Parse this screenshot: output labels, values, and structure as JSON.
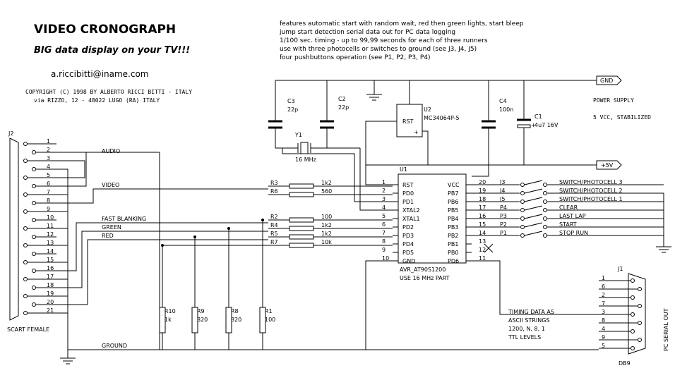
{
  "title": "VIDEO CRONOGRAPH",
  "subtitle": "BIG data display on your TV!!!",
  "email": "a.riccibitti@iname.com",
  "copyright": "COPYRIGHT (C) 1998 BY ALBERTO RICCI BITTI - ITALY",
  "address": "via RIZZO, 12 - 48022  LUGO  (RA)  ITALY",
  "features": [
    "features automatic start with random wait, red then green lights, start bleep",
    "jump start detection          serial data out for PC data logging",
    "1/100 sec. timing - up to 99,99 seconds for each of three runners",
    "use with three photocells or switches to ground (see J3, J4, J5)",
    "four pushbuttons operation (see P1, P2, P3, P4)"
  ],
  "power": {
    "gnd": "GND",
    "vcc": "+5V",
    "title": "POWER SUPPLY",
    "desc": "5 VCC, STABILIZED"
  },
  "scart": {
    "ref": "J2",
    "label": "SCART FEMALE",
    "pins": [
      "1",
      "2",
      "3",
      "4",
      "5",
      "6",
      "7",
      "8",
      "9",
      "10",
      "11",
      "12",
      "13",
      "14",
      "15",
      "16",
      "17",
      "18",
      "19",
      "20",
      "21"
    ],
    "signals": {
      "audio": "AUDIO",
      "video": "VIDEO",
      "fast_blanking": "FAST BLANKING",
      "green": "GREEN",
      "red": "RED",
      "ground": "GROUND"
    }
  },
  "capacitors": {
    "c3": {
      "ref": "C3",
      "value": "22p"
    },
    "c2": {
      "ref": "C2",
      "value": "22p"
    },
    "c4": {
      "ref": "C4",
      "value": "100n"
    },
    "c1": {
      "ref": "C1",
      "value": "4u7 16V"
    }
  },
  "crystal": {
    "ref": "Y1",
    "value": "16 MHz"
  },
  "reset_chip": {
    "ref": "U2",
    "part": "MC34064P-5",
    "rst": "RST",
    "plus": "+"
  },
  "series_resistors": [
    {
      "ref": "R3",
      "value": "1k2"
    },
    {
      "ref": "R6",
      "value": "560"
    },
    {
      "ref": "R2",
      "value": "100"
    },
    {
      "ref": "R4",
      "value": "1k2"
    },
    {
      "ref": "R5",
      "value": "1k2"
    },
    {
      "ref": "R7",
      "value": "10k"
    }
  ],
  "load_resistors": [
    {
      "ref": "R10",
      "value": "1k"
    },
    {
      "ref": "R9",
      "value": "820"
    },
    {
      "ref": "R8",
      "value": "820"
    },
    {
      "ref": "R1",
      "value": "100"
    }
  ],
  "mcu": {
    "ref": "U1",
    "part": "AVR_AT90S1200",
    "note": "USE 16 MHz PART",
    "left_pins": [
      {
        "num": "1",
        "name": "RST"
      },
      {
        "num": "2",
        "name": "PD0"
      },
      {
        "num": "3",
        "name": "PD1"
      },
      {
        "num": "4",
        "name": "XTAL2"
      },
      {
        "num": "5",
        "name": "XTAL1"
      },
      {
        "num": "6",
        "name": "PD2"
      },
      {
        "num": "7",
        "name": "PD3"
      },
      {
        "num": "8",
        "name": "PD4"
      },
      {
        "num": "9",
        "name": "PD5"
      },
      {
        "num": "10",
        "name": "GND"
      }
    ],
    "right_pins": [
      {
        "num": "20",
        "name": "VCC"
      },
      {
        "num": "19",
        "name": "PB7"
      },
      {
        "num": "18",
        "name": "PB6"
      },
      {
        "num": "17",
        "name": "PB5"
      },
      {
        "num": "16",
        "name": "PB4"
      },
      {
        "num": "15",
        "name": "PB3"
      },
      {
        "num": "14",
        "name": "PB2"
      },
      {
        "num": "13",
        "name": "PB1"
      },
      {
        "num": "12",
        "name": "PB0"
      },
      {
        "num": "11",
        "name": "PD6"
      }
    ]
  },
  "inputs": [
    {
      "ref": "J3",
      "label": "SWITCH/PHOTOCELL 3"
    },
    {
      "ref": "J4",
      "label": "SWITCH/PHOTOCELL 2"
    },
    {
      "ref": "J5",
      "label": "SWITCH/PHOTOCELL 1"
    },
    {
      "ref": "P4",
      "label": "CLEAR"
    },
    {
      "ref": "P3",
      "label": "LAST LAP"
    },
    {
      "ref": "P2",
      "label": "START"
    },
    {
      "ref": "P1",
      "label": "STOP RUN"
    }
  ],
  "serial": {
    "ref": "J1",
    "pins": [
      "1",
      "6",
      "2",
      "7",
      "3",
      "8",
      "4",
      "9",
      "5"
    ],
    "connector": "DB9",
    "side_label": "PC SERIAL OUT",
    "timing_notes": [
      "TIMING DATA AS",
      "ASCII STRINGS",
      "1200, N, 8, 1",
      "TTL LEVELS"
    ]
  }
}
